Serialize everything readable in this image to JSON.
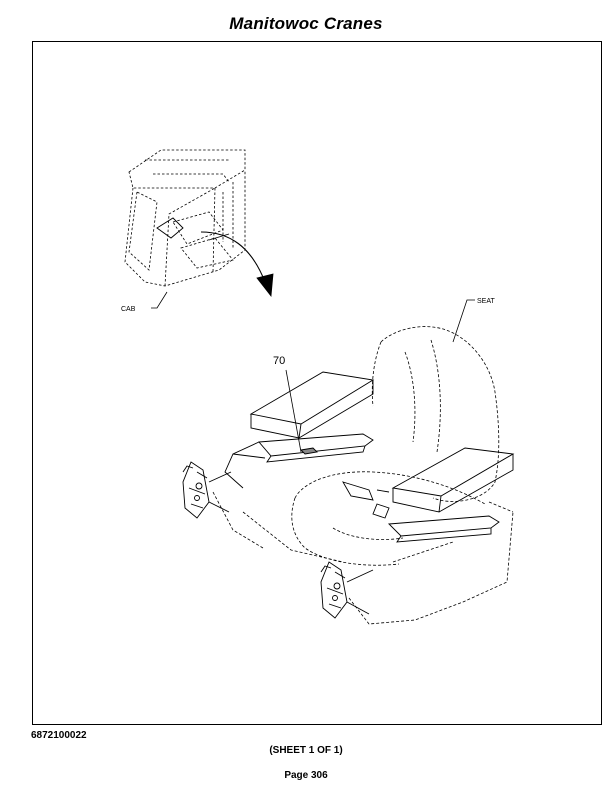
{
  "header": {
    "title": "Manitowoc Cranes"
  },
  "drawing": {
    "callouts": {
      "cab": "CAB",
      "seat": "SEAT",
      "item": "70"
    }
  },
  "footer": {
    "doc_number": "6872100022",
    "sheet": "(SHEET 1 OF 1)",
    "page": "Page 306"
  }
}
